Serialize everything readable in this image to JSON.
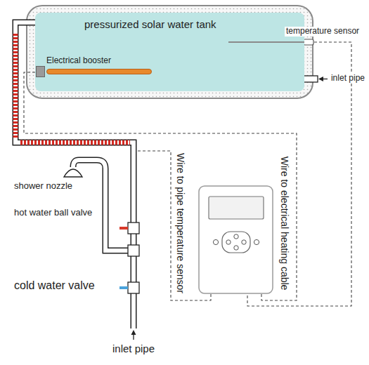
{
  "diagram": {
    "nodes": [
      {
        "text": [
          "pressurized solar water tank"
        ]
      },
      {
        "text": [
          "Electrical booster"
        ],
        "in": 0
      }
    ],
    "labels": [
      "temperature sensor",
      "inlet pipe",
      "shower nozzle",
      "hot water ball valve",
      "cold water valve",
      "inlet pipe",
      "Wire to pipe temperature sensor",
      "Wire to electrical heating cable"
    ]
  }
}
